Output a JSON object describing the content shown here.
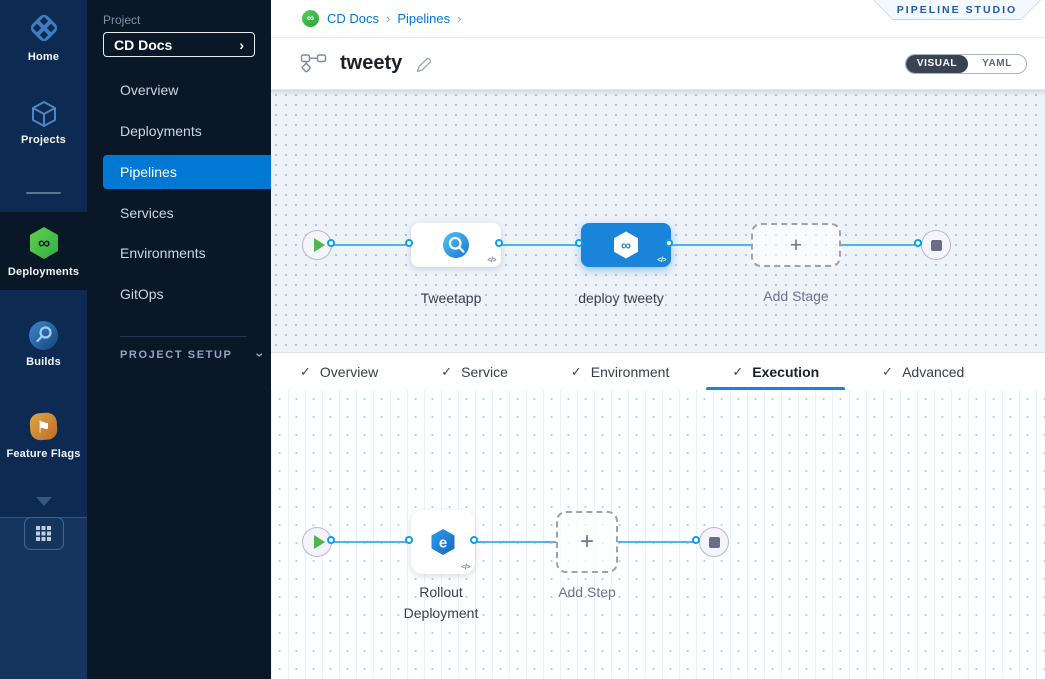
{
  "nav": {
    "items": [
      {
        "label": "Home"
      },
      {
        "label": "Projects"
      },
      {
        "label": "Deployments"
      },
      {
        "label": "Builds"
      },
      {
        "label": "Feature Flags"
      }
    ],
    "active": "Deployments"
  },
  "sidebar": {
    "project_label": "Project",
    "project_name": "CD Docs",
    "chevron": "›",
    "items": [
      {
        "label": "Overview"
      },
      {
        "label": "Deployments"
      },
      {
        "label": "Pipelines"
      },
      {
        "label": "Services"
      },
      {
        "label": "Environments"
      },
      {
        "label": "GitOps"
      }
    ],
    "active_item": "Pipelines",
    "section_label": "PROJECT SETUP"
  },
  "header": {
    "breadcrumb": {
      "crumbs": [
        {
          "label": "CD Docs"
        },
        {
          "label": "Pipelines"
        }
      ],
      "separator": "›"
    },
    "studio_badge": "PIPELINE STUDIO",
    "title": "tweety",
    "toggle": {
      "visual": "VISUAL",
      "yaml": "YAML",
      "selected": "VISUAL"
    }
  },
  "stage_pipeline": {
    "stage1": {
      "label": "Tweetapp"
    },
    "stage2": {
      "label": "deploy tweety",
      "selected": true
    },
    "add_stage": {
      "label": "Add Stage"
    }
  },
  "tabs": {
    "items": [
      {
        "label": "Overview"
      },
      {
        "label": "Service"
      },
      {
        "label": "Environment"
      },
      {
        "label": "Execution"
      },
      {
        "label": "Advanced"
      }
    ],
    "active": "Execution"
  },
  "execution_pipeline": {
    "step1": {
      "label": "Rollout Deployment"
    },
    "add_step": {
      "label": "Add Step"
    }
  },
  "icons": {
    "infinity": "∞",
    "check": "✓",
    "plus": "+",
    "code": "</>",
    "flag": "⚑",
    "rollout_letter": "e"
  },
  "colors": {
    "accent": "#0278D5",
    "node_blue": "#1A84DB",
    "line_blue": "#4FB3EC",
    "deploy_green": "#42BA57",
    "nav_bg": "#0D2B52",
    "sidebar_bg": "#0A1726"
  }
}
